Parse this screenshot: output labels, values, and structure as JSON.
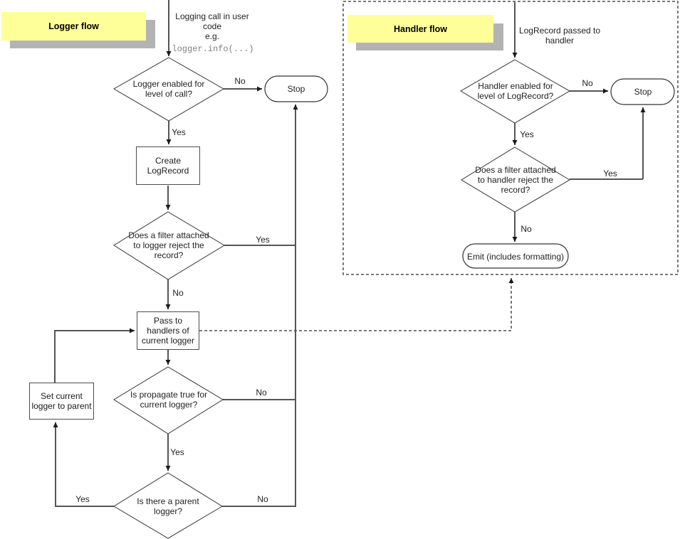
{
  "logger_flow": {
    "note_title": "Logger flow",
    "entry_lines": "Logging call in user\ncode\ne.g.",
    "entry_code": "logger.info(...)",
    "decision_level": "Logger enabled for\nlevel of call?",
    "stop_label": "Stop",
    "create_box": "Create\nLogRecord",
    "decision_filter": "Does a filter attached\nto logger reject the\nrecord?",
    "pass_box": "Pass to\nhandlers of\ncurrent logger",
    "decision_propagate": "Is propagate true for\ncurrent logger?",
    "decision_parent": "Is there a parent\nlogger?",
    "set_parent_box": "Set current\nlogger to parent",
    "labels": {
      "level_no": "No",
      "level_yes": "Yes",
      "filter_yes": "Yes",
      "filter_no": "No",
      "propagate_no": "No",
      "propagate_yes": "Yes",
      "parent_yes": "Yes",
      "parent_no": "No"
    }
  },
  "handler_flow": {
    "note_title": "Handler flow",
    "entry_lines": "LogRecord passed to\nhandler",
    "decision_level": "Handler enabled for\nlevel of LogRecord?",
    "stop_label": "Stop",
    "decision_filter": "Does a filter attached\nto handler reject the\nrecord?",
    "emit_label": "Emit (includes formatting)",
    "labels": {
      "level_no": "No",
      "level_yes": "Yes",
      "filter_yes": "Yes",
      "filter_no": "No"
    }
  },
  "colors": {
    "note_bg": "#ffff99",
    "note_shadow": "#b3b3b3",
    "connector": "#555555",
    "shape_border": "#333333",
    "code_text": "#808080"
  }
}
